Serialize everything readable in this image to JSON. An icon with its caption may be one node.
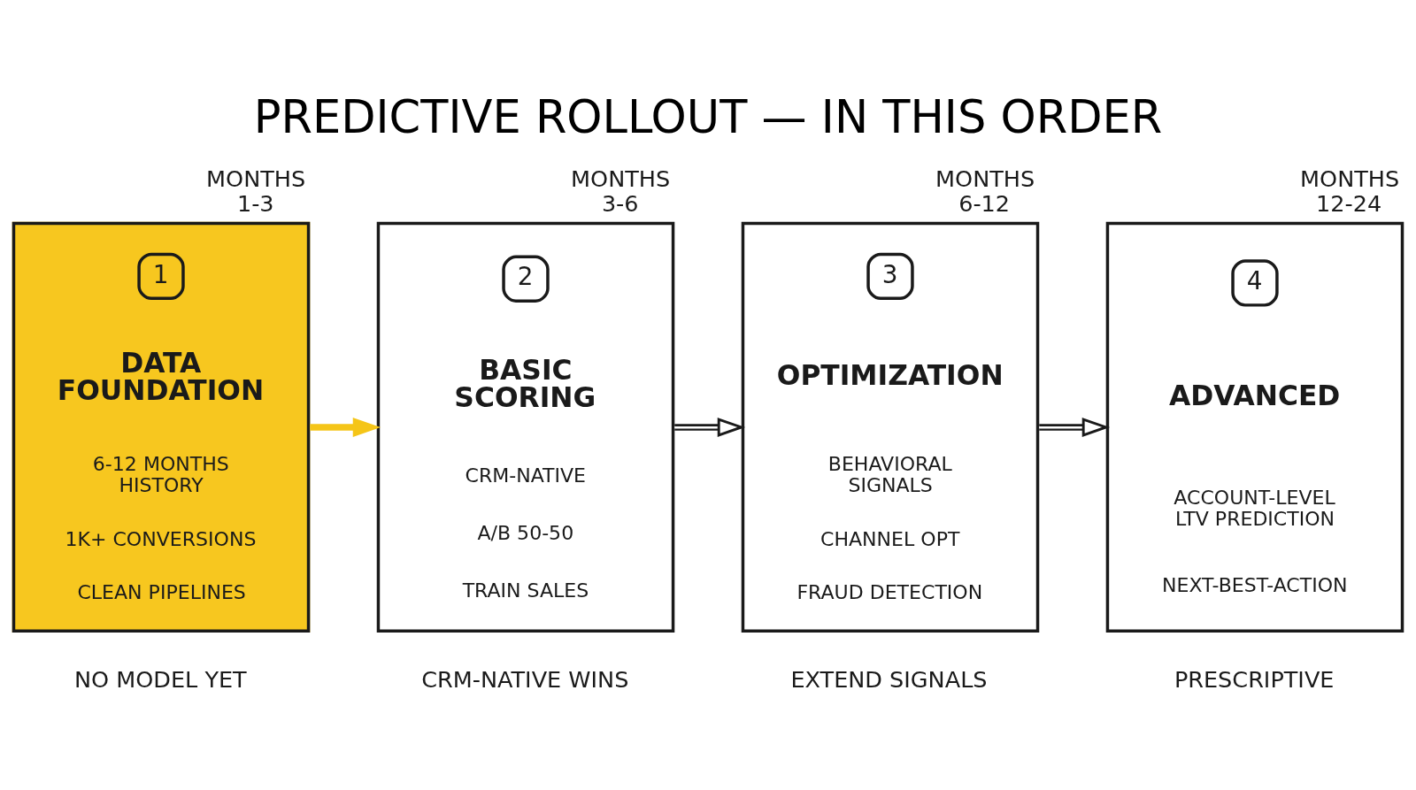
{
  "diagram": {
    "title": "PREDICTIVE ROLLOUT — IN THIS ORDER",
    "nodes": [
      {
        "text": [
          "1",
          "DATA FOUNDATION",
          "6-12 MONTHS HISTORY",
          "1K+ CONVERSIONS",
          "CLEAN PIPELINES"
        ],
        "beside": [
          "MONTHS 1-3",
          "NO MODEL YET"
        ]
      },
      {
        "text": [
          "2",
          "BASIC SCORING",
          "CRM-NATIVE",
          "A/B 50-50",
          "TRAIN SALES"
        ],
        "beside": [
          "MONTHS 3-6",
          "CRM-NATIVE WINS"
        ]
      },
      {
        "text": [
          "3",
          "OPTIMIZATION",
          "BEHAVIORAL SIGNALS",
          "CHANNEL OPT",
          "FRAUD DETECTION"
        ],
        "beside": [
          "MONTHS 6-12",
          "EXTEND SIGNALS"
        ]
      },
      {
        "text": [
          "4",
          "ADVANCED",
          "ACCOUNT-LEVEL LTV PREDICTION",
          "NEXT-BEST-ACTION"
        ],
        "beside": [
          "MONTHS 12-24",
          "PRESCRIPTIVE"
        ]
      }
    ],
    "edges": [
      {
        "from": 0,
        "to": 1,
        "arrow": "to",
        "color": "#f5c518"
      },
      {
        "from": 1,
        "to": 2,
        "arrow": "to"
      },
      {
        "from": 2,
        "to": 3,
        "arrow": "to"
      }
    ]
  }
}
